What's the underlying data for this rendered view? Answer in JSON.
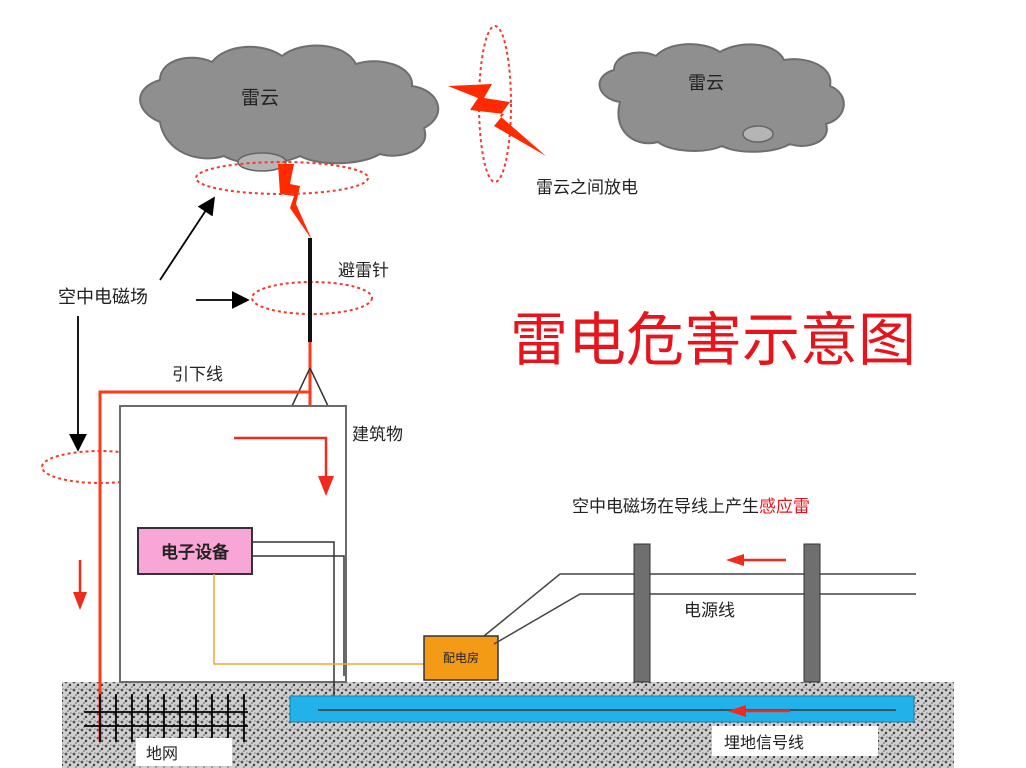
{
  "title": "雷电危害示意图",
  "cloud_left": "雷云",
  "cloud_right": "雷云",
  "inter_cloud": "雷云之间放电",
  "lightning_rod": "避雷针",
  "em_field": "空中电磁场",
  "down_conductor": "引下线",
  "building": "建筑物",
  "electronic_device": "电子设备",
  "induction_prefix": "空中电磁场在导线上产生",
  "induction_highlight": "感应雷",
  "power_line": "电源线",
  "distribution_room": "配电房",
  "ground_grid": "地网",
  "buried_cable": "埋地信号线",
  "colors": {
    "title_red": "#e8141b",
    "bolt_red": "#ff2a00",
    "arrow_red": "#f02a1c",
    "cloud_gray": "#8f8f8f",
    "device_pink": "#f7a6d6",
    "distribution_orange": "#f39a17",
    "cable_blue": "#22b2ea",
    "pole_gray": "#6f6f6f"
  }
}
